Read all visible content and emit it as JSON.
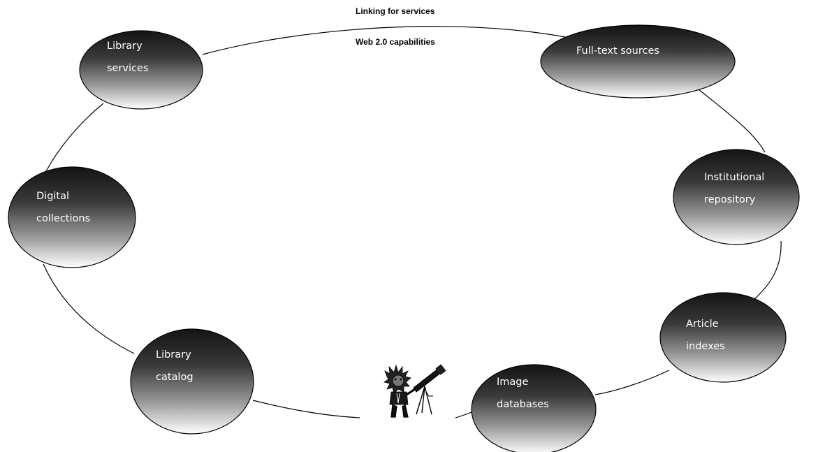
{
  "top_labels": {
    "linking": "Linking for services",
    "web20": "Web 2.0 capabilities"
  },
  "nodes": {
    "library_services": {
      "line1": "Library",
      "line2": "services"
    },
    "full_text": {
      "line1": "Full-text sources"
    },
    "institutional": {
      "line1": "Institutional",
      "line2": "repository"
    },
    "digital": {
      "line1": "Digital",
      "line2": "collections"
    },
    "article": {
      "line1": "Article",
      "line2": "indexes"
    },
    "catalog": {
      "line1": "Library",
      "line2": "catalog"
    },
    "image": {
      "line1": "Image",
      "line2": "databases"
    }
  },
  "figure": {
    "icon": "person-with-telescope-icon"
  },
  "colors": {
    "node_dark": "#181818",
    "node_light": "#ffffff",
    "outline": "#000000"
  }
}
